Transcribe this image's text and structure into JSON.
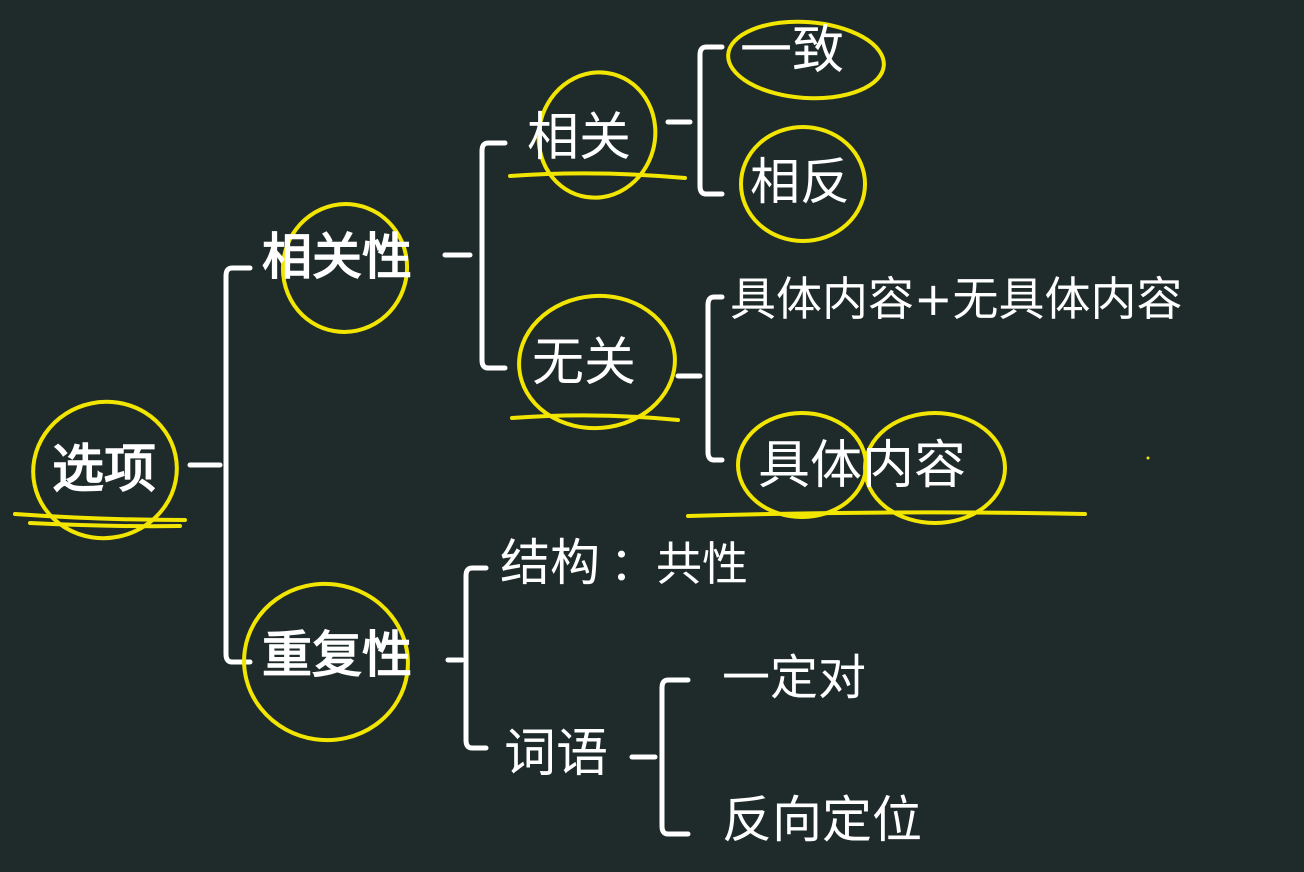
{
  "root": "选项",
  "relevance": {
    "label": "相关性",
    "related": {
      "label": "相关",
      "consistent": "一致",
      "opposite": "相反"
    },
    "unrelated": {
      "label": "无关",
      "mixed": "具体内容+无具体内容",
      "specific": "具体内容"
    }
  },
  "repetition": {
    "label": "重复性",
    "structure": {
      "label": "结构",
      "note": "：共性"
    },
    "words": {
      "label": "词语",
      "definitely_right": "一定对",
      "reverse": "反向定位"
    }
  },
  "colors": {
    "background": "#1f2b2a",
    "text": "#ffffff",
    "line": "#ffffff",
    "highlight": "#f2e600"
  }
}
